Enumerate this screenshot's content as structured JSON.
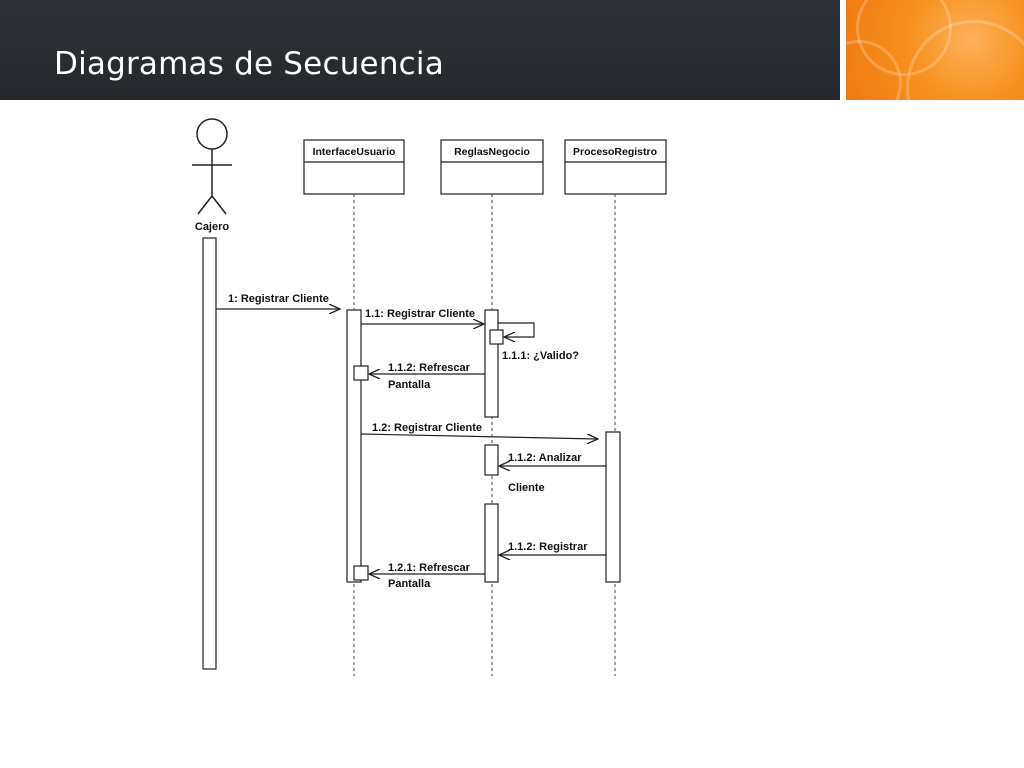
{
  "slide": {
    "title": "Diagramas de Secuencia",
    "colors": {
      "header_bg": "#2b2f33",
      "accent": "#f7901e"
    }
  },
  "diagram": {
    "actor": {
      "label": "Cajero",
      "icon": "stick-figure-icon"
    },
    "objects": [
      "InterfaceUsuario",
      "ReglasNegocio",
      "ProcesoRegistro"
    ],
    "messages": [
      {
        "id": "m1",
        "text": "1: Registrar Cliente"
      },
      {
        "id": "m2",
        "text": "1.1: Registrar Cliente"
      },
      {
        "id": "m3",
        "text": "1.1.1: ¿Valido?"
      },
      {
        "id": "m4a",
        "text": "1.1.2:  Refrescar"
      },
      {
        "id": "m4b",
        "text": "Pantalla"
      },
      {
        "id": "m5",
        "text": "1.2: Registrar Cliente"
      },
      {
        "id": "m6a",
        "text": "1.1.2: Analizar"
      },
      {
        "id": "m6b",
        "text": "Cliente"
      },
      {
        "id": "m7",
        "text": "1.1.2: Registrar"
      },
      {
        "id": "m8a",
        "text": "1.2.1:  Refrescar"
      },
      {
        "id": "m8b",
        "text": "Pantalla"
      }
    ]
  }
}
